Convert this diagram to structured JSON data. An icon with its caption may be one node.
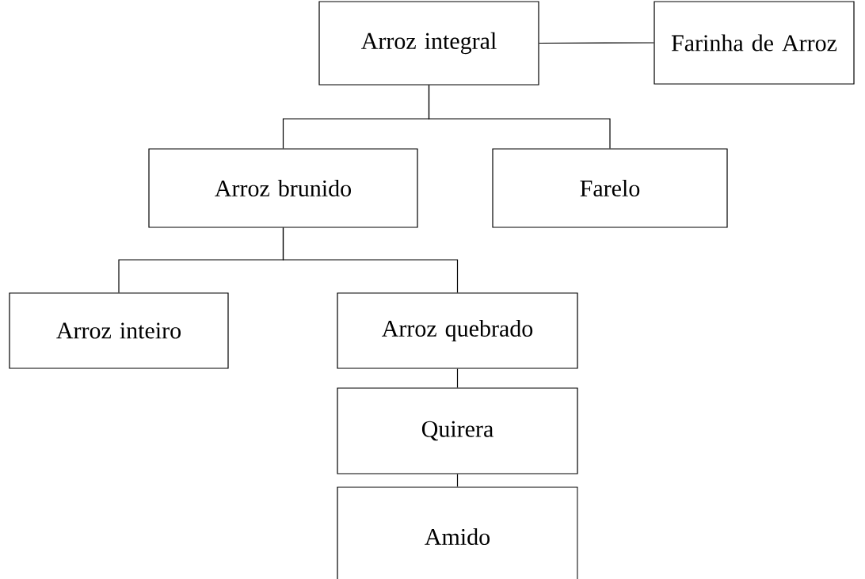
{
  "diagram": {
    "nodes": [
      {
        "text": [
          "Arroz integral"
        ]
      },
      {
        "text": [
          "Farinha de Arroz"
        ]
      },
      {
        "text": [
          "Arroz brunido"
        ]
      },
      {
        "text": [
          "Farelo"
        ]
      },
      {
        "text": [
          "Arroz inteiro"
        ]
      },
      {
        "text": [
          "Arroz quebrado"
        ]
      },
      {
        "text": [
          "Quirera"
        ]
      },
      {
        "text": [
          "Amido"
        ]
      }
    ],
    "edges": [
      {
        "from": 0,
        "to": 1,
        "arrow": "none"
      },
      {
        "from": 0,
        "to": 2,
        "arrow": "none"
      },
      {
        "from": 0,
        "to": 3,
        "arrow": "none"
      },
      {
        "from": 2,
        "to": 4,
        "arrow": "none"
      },
      {
        "from": 2,
        "to": 5,
        "arrow": "none"
      },
      {
        "from": 5,
        "to": 6,
        "arrow": "none"
      },
      {
        "from": 6,
        "to": 7,
        "arrow": "none"
      }
    ]
  }
}
